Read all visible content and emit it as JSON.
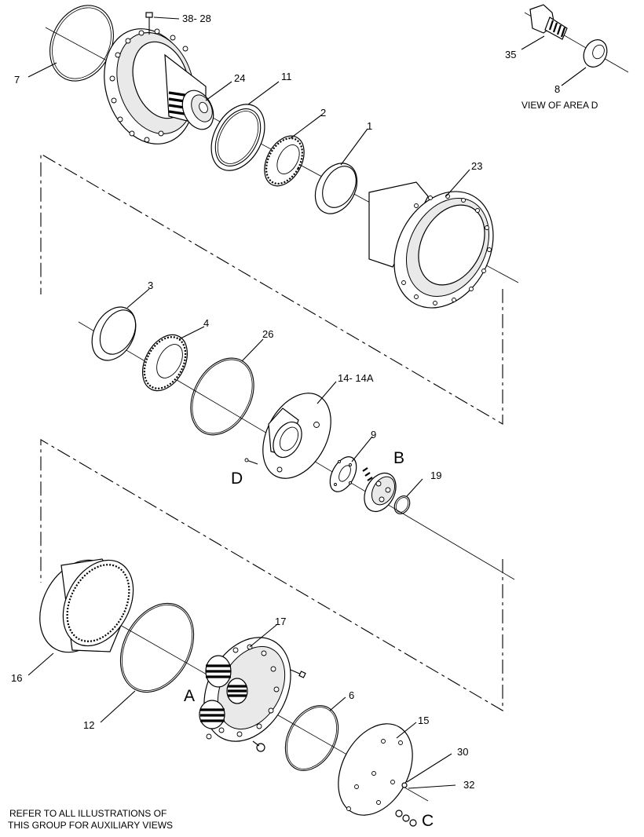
{
  "callouts": [
    {
      "id": "c7",
      "text": "7"
    },
    {
      "id": "c3828",
      "text": "38- 28"
    },
    {
      "id": "c24",
      "text": "24"
    },
    {
      "id": "c11",
      "text": "11"
    },
    {
      "id": "c2",
      "text": "2"
    },
    {
      "id": "c1",
      "text": "1"
    },
    {
      "id": "c23",
      "text": "23"
    },
    {
      "id": "c35",
      "text": "35"
    },
    {
      "id": "c8",
      "text": "8"
    },
    {
      "id": "c3",
      "text": "3"
    },
    {
      "id": "c4",
      "text": "4"
    },
    {
      "id": "c26",
      "text": "26"
    },
    {
      "id": "c1414a",
      "text": "14- 14A"
    },
    {
      "id": "c9",
      "text": "9"
    },
    {
      "id": "c19",
      "text": "19"
    },
    {
      "id": "c17",
      "text": "17"
    },
    {
      "id": "c16",
      "text": "16"
    },
    {
      "id": "c12",
      "text": "12"
    },
    {
      "id": "c6",
      "text": "6"
    },
    {
      "id": "c15",
      "text": "15"
    },
    {
      "id": "c30",
      "text": "30"
    },
    {
      "id": "c32",
      "text": "32"
    }
  ],
  "view_markers": [
    {
      "id": "vB",
      "text": "B"
    },
    {
      "id": "vD",
      "text": "D"
    },
    {
      "id": "vA",
      "text": "A"
    },
    {
      "id": "vC",
      "text": "C"
    }
  ],
  "view_title": "VIEW OF AREA  D",
  "footnote": {
    "line1": "REFER TO ALL ILLUSTRATIONS OF",
    "line2": "THIS GROUP FOR AUXILIARY VIEWS"
  }
}
